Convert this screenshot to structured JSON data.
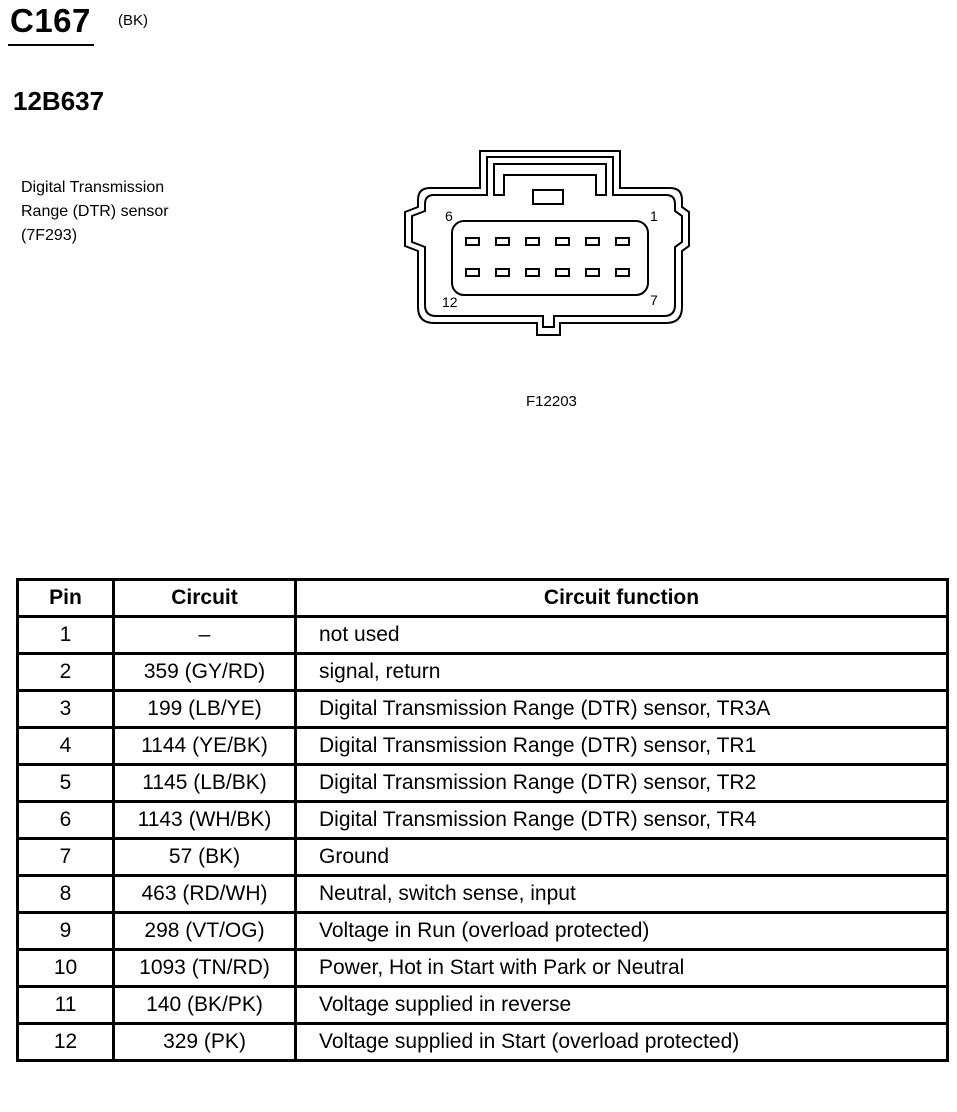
{
  "header": {
    "connector_id": "C167",
    "connector_color": "(BK)",
    "part_number": "12B637",
    "component_description": "Digital Transmission Range (DTR) sensor (7F293)",
    "figure_code": "F12203"
  },
  "connector_diagram": {
    "pin_labels": {
      "top_left": "6",
      "top_right": "1",
      "bottom_left": "12",
      "bottom_right": "7"
    }
  },
  "table": {
    "headers": {
      "pin": "Pin",
      "circuit": "Circuit",
      "function": "Circuit function"
    },
    "rows": [
      {
        "pin": "1",
        "circuit": "–",
        "function": "not used"
      },
      {
        "pin": "2",
        "circuit": "359 (GY/RD)",
        "function": "signal, return"
      },
      {
        "pin": "3",
        "circuit": "199 (LB/YE)",
        "function": "Digital Transmission Range (DTR) sensor, TR3A"
      },
      {
        "pin": "4",
        "circuit": "1144 (YE/BK)",
        "function": "Digital Transmission Range (DTR) sensor, TR1"
      },
      {
        "pin": "5",
        "circuit": "1145 (LB/BK)",
        "function": "Digital Transmission Range (DTR) sensor, TR2"
      },
      {
        "pin": "6",
        "circuit": "1143 (WH/BK)",
        "function": "Digital Transmission Range (DTR) sensor, TR4"
      },
      {
        "pin": "7",
        "circuit": "57 (BK)",
        "function": "Ground"
      },
      {
        "pin": "8",
        "circuit": "463 (RD/WH)",
        "function": "Neutral, switch sense, input"
      },
      {
        "pin": "9",
        "circuit": "298 (VT/OG)",
        "function": "Voltage in Run (overload protected)"
      },
      {
        "pin": "10",
        "circuit": "1093 (TN/RD)",
        "function": "Power, Hot in Start with Park or Neutral"
      },
      {
        "pin": "11",
        "circuit": "140 (BK/PK)",
        "function": "Voltage supplied in reverse"
      },
      {
        "pin": "12",
        "circuit": "329 (PK)",
        "function": "Voltage supplied in Start (overload protected)"
      }
    ]
  }
}
